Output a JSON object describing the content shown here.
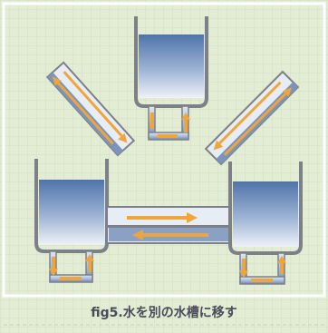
{
  "caption": "fig5.水を別の水槽に移す",
  "colors": {
    "background": "#e3edd4",
    "grid": "#d2dfc4",
    "border": "#ffffff",
    "water_top": "#5b80b4",
    "water_bottom": "#e6edf6",
    "tank_wall": "#7d8088",
    "tube_fill": "#e7edf5",
    "tube_dark": "#7a94bb",
    "arrow": "#f0a53a",
    "text": "#4a4a5a"
  },
  "icons": [
    "water-tank",
    "flow-arrow",
    "siphon-tube"
  ]
}
